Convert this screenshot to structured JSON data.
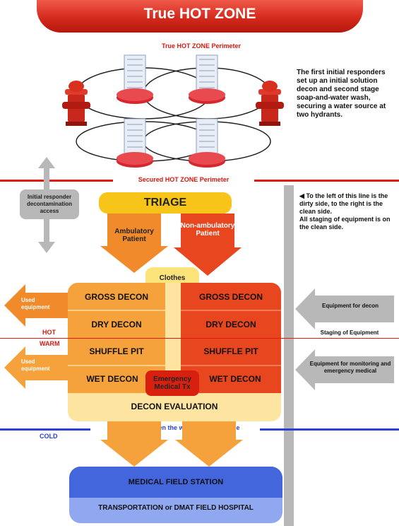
{
  "title": "True HOT ZONE",
  "perimeter_top": "True HOT ZONE Perimeter",
  "perimeter_secured": "Secured HOT ZONE Perimeter",
  "note_hydrants": "The first initial responders set up an initial solution decon and second stage soap-and-water wash, securing a water source at two hydrants.",
  "note_dirty_clean": "To the left of this line is the dirty side, to the right is the clean side.",
  "note_staging": "All staging of equipment is on the clean side.",
  "initial_access": "Initial responder decontamination access",
  "triage": "TRIAGE",
  "ambulatory": "Ambulatory Patient",
  "non_ambulatory": "Non-ambulatory Patient",
  "clothes": "Clothes",
  "gross_decon": "GROSS DECON",
  "dry_decon": "DRY DECON",
  "shuffle_pit": "SHUFFLE PIT",
  "wet_decon": "WET DECON",
  "emergency_tx": "Emergency Medical Tx",
  "decon_evaluation": "DECON EVALUATION",
  "used_equipment": "Used equipment",
  "zone_hot": "HOT",
  "zone_warm": "WARM",
  "zone_cold": "COLD",
  "equip_decon": "Equipment for decon",
  "staging_equipment": "Staging of Equipment",
  "equip_monitoring": "Equipment for monitoring and emergency medical",
  "hot_line": "HOT Line between the warm and cold zone",
  "medical_field_station": "MEDICAL FIELD STATION",
  "transportation": "TRANSPORTATION or DMAT FIELD HOSPITAL",
  "colors": {
    "banner_red": "#d42a1c",
    "orange_light": "#f5a23c",
    "orange_dark": "#e8461e",
    "triage_yellow": "#f7c41a",
    "blue_station": "#4466dd",
    "hot_line_blue": "#2a3fd6"
  }
}
